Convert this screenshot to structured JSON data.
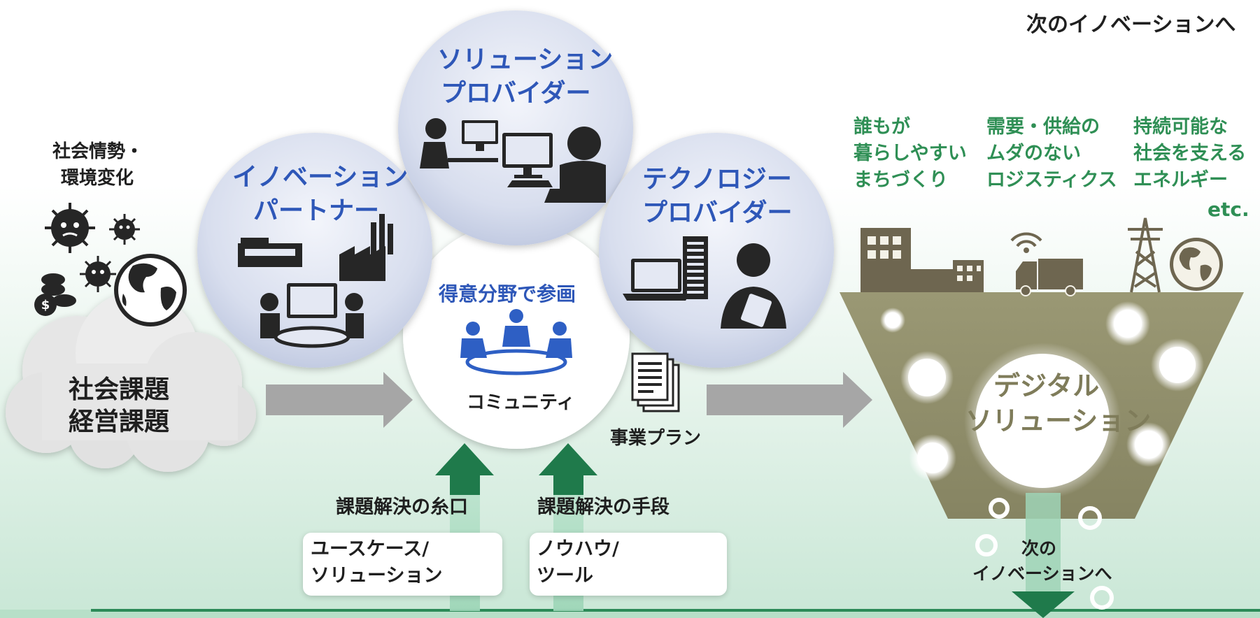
{
  "header": {
    "title": "次のイノベーションへ"
  },
  "left": {
    "context_line1": "社会情勢・",
    "context_line2": "環境変化",
    "cloud_line1": "社会課題",
    "cloud_line2": "経営課題"
  },
  "circles": {
    "solution_provider": {
      "line1": "ソリューション",
      "line2": "プロバイダー"
    },
    "innovation_partner": {
      "line1": "イノベーション",
      "line2": "パートナー"
    },
    "tech_provider": {
      "line1": "テクノロジー",
      "line2": "プロバイダー"
    },
    "community": {
      "heading": "得意分野で参画",
      "label": "コミュニティ"
    }
  },
  "business_plan": "事業プラン",
  "inputs": [
    {
      "heading": "課題解決の糸口",
      "card_line1": "ユースケース/",
      "card_line2": "ソリューション"
    },
    {
      "heading": "課題解決の手段",
      "card_line1": "ノウハウ/",
      "card_line2": "ツール"
    }
  ],
  "outcomes": [
    {
      "line1": "誰もが",
      "line2": "暮らしやすい",
      "line3": "まちづくり"
    },
    {
      "line1": "需要・供給の",
      "line2": "ムダのない",
      "line3": "ロジスティクス"
    },
    {
      "line1": "持続可能な",
      "line2": "社会を支える",
      "line3": "エネルギー"
    }
  ],
  "outcomes_etc": "etc.",
  "funnel": {
    "line1": "デジタル",
    "line2": "ソリューション"
  },
  "next": {
    "line1": "次の",
    "line2": "イノベーションへ"
  },
  "colors": {
    "text_dark": "#1f1f1f",
    "accent_blue": "#2e57b8",
    "accent_green": "#2f8f55",
    "funnel_olive": "#8c8a66",
    "icon_brown": "#6e6650",
    "arrow_gray": "#a6a6a6",
    "arrow_green": "#1f7a4b"
  }
}
